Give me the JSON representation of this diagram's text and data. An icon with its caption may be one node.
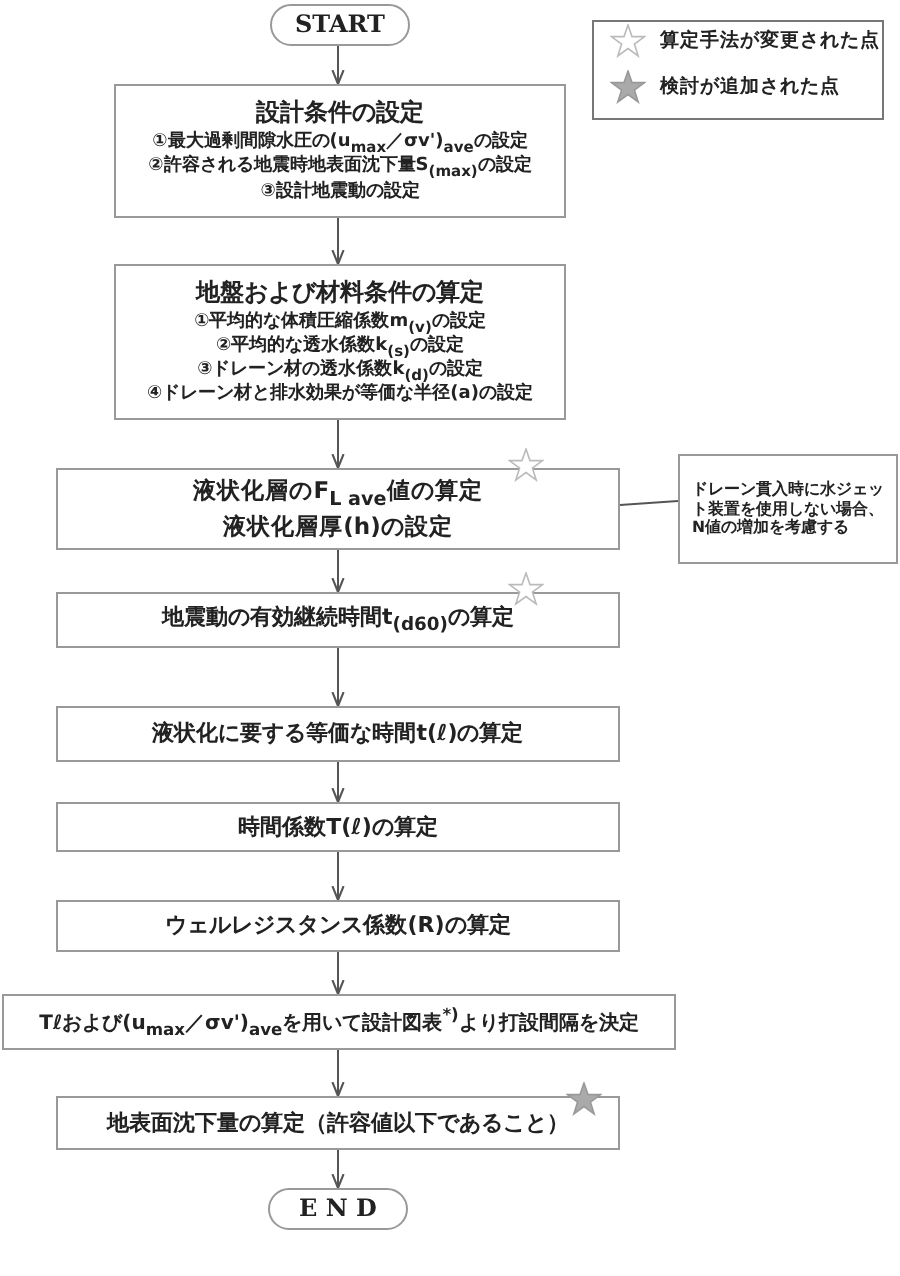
{
  "diagram": {
    "nodes": [
      {
        "text": [
          "START"
        ]
      },
      {
        "text": [
          "設計条件の設定",
          "①最大過剰間隙水圧の(u$_{max}$／σv')$_{ave}$の設定",
          "②許容される地震時地表面沈下量S$_{(max)}$の設定",
          "③設計地震動の設定"
        ]
      },
      {
        "text": [
          "地盤および材料条件の算定",
          "①平均的な体積圧縮係数m$_{(v)}$の設定",
          "②平均的な透水係数k$_{(s)}$の設定",
          "③ドレーン材の透水係数k$_{(d)}$の設定",
          "④ドレーン材と排水効果が等価な半径(a)の設定"
        ]
      },
      {
        "text": [
          "液状化層のF$_{L ave}$値の算定",
          "液状化層厚(h)の設定"
        ]
      },
      {
        "text": [
          "ドレーン貫入時に水ジェット装置を使用しない場合、N値の増加を考慮する"
        ]
      },
      {
        "text": [
          "地震動の有効継続時間t$_{(d60)}$の算定"
        ]
      },
      {
        "text": [
          "液状化に要する等価な時間t(ℓ)の算定"
        ]
      },
      {
        "text": [
          "時間係数T(ℓ)の算定"
        ]
      },
      {
        "text": [
          "ウェルレジスタンス係数(R)の算定"
        ]
      },
      {
        "text": [
          "Tℓおよび(u$_{max}$／σv')$_{ave}$を用いて設計図表$^{*)}$より打設間隔を決定"
        ]
      },
      {
        "text": [
          "地表面沈下量の算定（許容値以下であること）"
        ]
      },
      {
        "text": [
          "E N D"
        ]
      }
    ],
    "edges": [
      {
        "from": 0,
        "to": 1,
        "arrow": "to"
      },
      {
        "from": 1,
        "to": 2,
        "arrow": "to"
      },
      {
        "from": 2,
        "to": 3,
        "arrow": "to"
      },
      {
        "from": 4,
        "to": 3,
        "arrow": "none"
      },
      {
        "from": 3,
        "to": 5,
        "arrow": "to"
      },
      {
        "from": 5,
        "to": 6,
        "arrow": "to"
      },
      {
        "from": 6,
        "to": 7,
        "arrow": "to"
      },
      {
        "from": 7,
        "to": 8,
        "arrow": "to"
      },
      {
        "from": 8,
        "to": 9,
        "arrow": "to"
      },
      {
        "from": 9,
        "to": 10,
        "arrow": "to"
      },
      {
        "from": 10,
        "to": 11,
        "arrow": "to"
      }
    ],
    "legend": [
      {
        "text": "算定手法が変更された点"
      },
      {
        "text": "検討が追加された点"
      }
    ]
  }
}
